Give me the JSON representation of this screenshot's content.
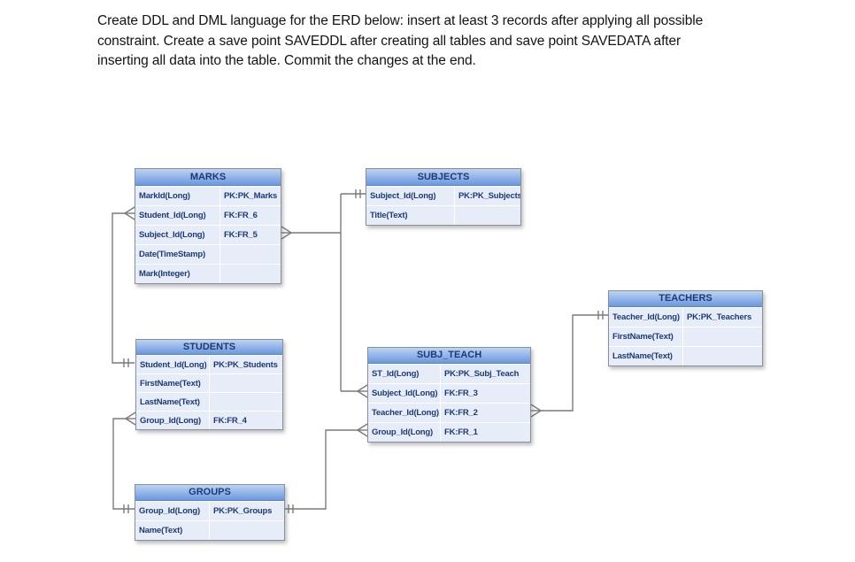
{
  "instructions": {
    "lines": [
      "Create DDL and DML language for the ERD below: insert at least 3 records after applying all possible",
      "constraint. Create a save point SAVEDDL after creating all tables and save point SAVEDATA after",
      "inserting all data into the table. Commit the changes at the end."
    ]
  },
  "diagram": {
    "tables": [
      {
        "id": "marks",
        "name": "MARKS",
        "fields": [
          {
            "name": "MarkId(Long)",
            "key": "PK:PK_Marks"
          },
          {
            "name": "Student_Id(Long)",
            "key": "FK:FR_6"
          },
          {
            "name": "Subject_Id(Long)",
            "key": "FK:FR_5"
          },
          {
            "name": "Date(TimeStamp)",
            "key": ""
          },
          {
            "name": "Mark(Integer)",
            "key": ""
          }
        ]
      },
      {
        "id": "subjects",
        "name": "SUBJECTS",
        "fields": [
          {
            "name": "Subject_Id(Long)",
            "key": "PK:PK_Subjects"
          },
          {
            "name": "Title(Text)",
            "key": ""
          }
        ]
      },
      {
        "id": "teachers",
        "name": "TEACHERS",
        "fields": [
          {
            "name": "Teacher_Id(Long)",
            "key": "PK:PK_Teachers"
          },
          {
            "name": "FirstName(Text)",
            "key": ""
          },
          {
            "name": "LastName(Text)",
            "key": ""
          }
        ]
      },
      {
        "id": "students",
        "name": "STUDENTS",
        "fields": [
          {
            "name": "Student_Id(Long)",
            "key": "PK:PK_Students"
          },
          {
            "name": "FirstName(Text)",
            "key": ""
          },
          {
            "name": "LastName(Text)",
            "key": ""
          },
          {
            "name": "Group_Id(Long)",
            "key": "FK:FR_4"
          }
        ]
      },
      {
        "id": "subj_teach",
        "name": "SUBJ_TEACH",
        "fields": [
          {
            "name": "ST_Id(Long)",
            "key": "PK:PK_Subj_Teach"
          },
          {
            "name": "Subject_Id(Long)",
            "key": "FK:FR_3"
          },
          {
            "name": "Teacher_Id(Long)",
            "key": "FK:FR_2"
          },
          {
            "name": "Group_Id(Long)",
            "key": "FK:FR_1"
          }
        ]
      },
      {
        "id": "groups",
        "name": "GROUPS",
        "fields": [
          {
            "name": "Group_Id(Long)",
            "key": "PK:PK_Groups"
          },
          {
            "name": "Name(Text)",
            "key": ""
          }
        ]
      }
    ],
    "relationships": [
      {
        "from": "MARKS",
        "from_field": "Student_Id",
        "from_cardinality": "many",
        "to": "STUDENTS",
        "to_field": "Student_Id",
        "to_cardinality": "one"
      },
      {
        "from": "MARKS",
        "from_field": "Subject_Id",
        "from_cardinality": "many",
        "to": "SUBJECTS",
        "to_field": "Subject_Id",
        "to_cardinality": "one"
      },
      {
        "from": "SUBJ_TEACH",
        "from_field": "Subject_Id",
        "from_cardinality": "many",
        "to": "SUBJECTS",
        "to_field": "Subject_Id",
        "to_cardinality": "one"
      },
      {
        "from": "STUDENTS",
        "from_field": "Group_Id",
        "from_cardinality": "many",
        "to": "GROUPS",
        "to_field": "Group_Id",
        "to_cardinality": "one"
      },
      {
        "from": "SUBJ_TEACH",
        "from_field": "Group_Id",
        "from_cardinality": "many",
        "to": "GROUPS",
        "to_field": "Group_Id",
        "to_cardinality": "one"
      },
      {
        "from": "SUBJ_TEACH",
        "from_field": "Teacher_Id",
        "from_cardinality": "many",
        "to": "TEACHERS",
        "to_field": "Teacher_Id",
        "to_cardinality": "one"
      }
    ]
  },
  "colors": {
    "page_bg": "#ffffff",
    "body_text": "#131313",
    "table_header_top": "#bdd3f2",
    "table_header_bottom": "#6d98dc",
    "table_row_bg": "#e6edf9",
    "table_text": "#1d3a77",
    "connector": "#7a7a7a"
  }
}
